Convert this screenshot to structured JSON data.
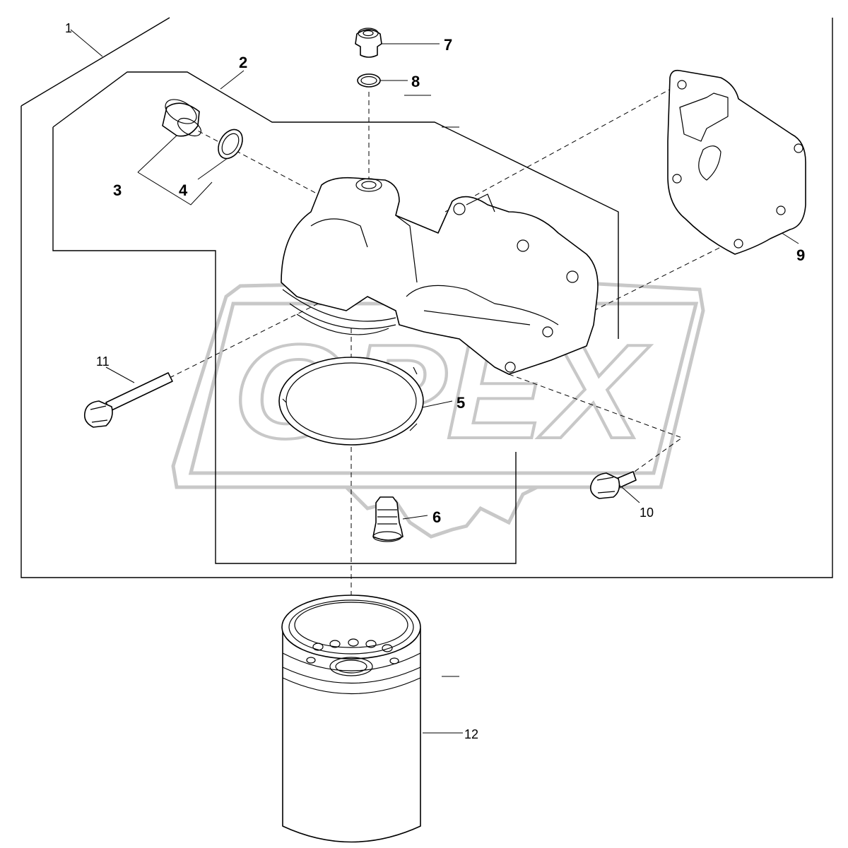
{
  "watermark": {
    "text": "OPEX"
  },
  "callouts": {
    "c1": "1",
    "c2": "2",
    "c3": "3",
    "c4": "4",
    "c5": "5",
    "c6": "6",
    "c7": "7",
    "c8": "8",
    "c9": "9",
    "c10": "10",
    "c11": "11",
    "c12": "12"
  }
}
